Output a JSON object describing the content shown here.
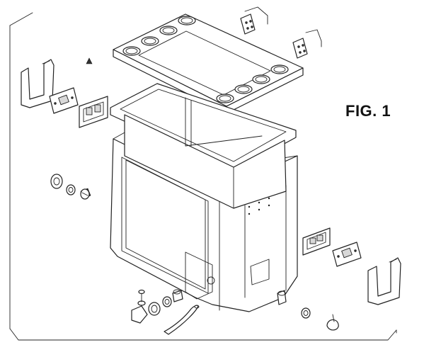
{
  "figure": {
    "label": "FIG. 1"
  },
  "colors": {
    "line": "#222222",
    "background": "#ffffff"
  },
  "parts": [
    "frame-border",
    "lid-with-cup-holders",
    "cooler-liner",
    "cooler-body",
    "lid-hinge-plates",
    "side-handles",
    "handle-mount-plates",
    "latch-recess-plates",
    "drain-plug-assembly",
    "drain-tube",
    "side-screws-and-washers",
    "small-cone-part"
  ]
}
